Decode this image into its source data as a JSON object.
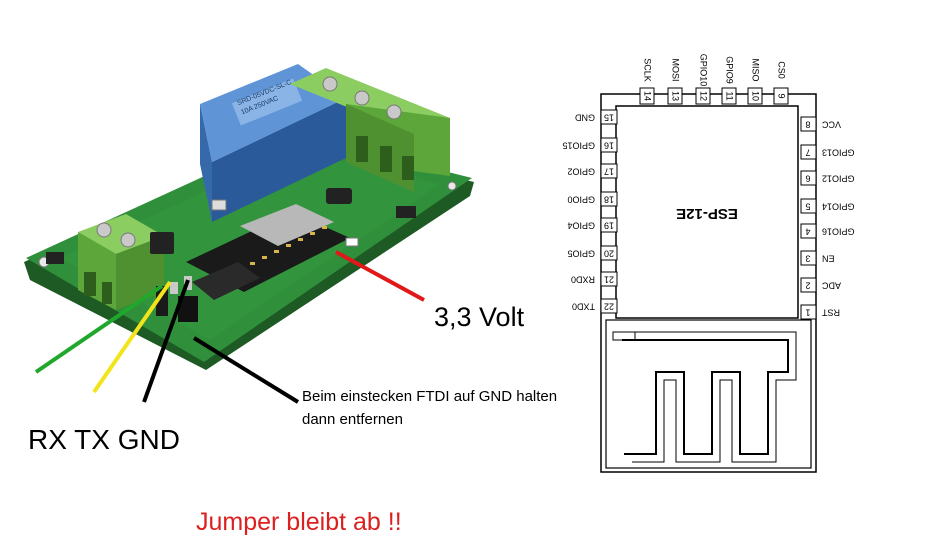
{
  "labels": {
    "voltage": "3,3 Volt",
    "rx_tx_gnd": "RX TX GND",
    "ftdi_line1": "Beim einstecken FTDI auf GND halten",
    "ftdi_line2": "dann entfernen",
    "jumper_note": "Jumper bleibt ab !!"
  },
  "module": {
    "chip_label": "ESP-12E",
    "top_pins": [
      {
        "num": "14",
        "name": "SCLK"
      },
      {
        "num": "13",
        "name": "MOSI"
      },
      {
        "num": "12",
        "name": "GPIO10"
      },
      {
        "num": "11",
        "name": "GPIO9"
      },
      {
        "num": "10",
        "name": "MISO"
      },
      {
        "num": "9",
        "name": "CS0"
      }
    ],
    "left_pins": [
      {
        "num": "15",
        "name": "GND"
      },
      {
        "num": "16",
        "name": "GPIO15"
      },
      {
        "num": "17",
        "name": "GPIO2"
      },
      {
        "num": "18",
        "name": "GPIO0"
      },
      {
        "num": "19",
        "name": "GPIO4"
      },
      {
        "num": "20",
        "name": "GPIO5"
      },
      {
        "num": "21",
        "name": "RXD0"
      },
      {
        "num": "22",
        "name": "TXD0"
      }
    ],
    "right_pins": [
      {
        "num": "8",
        "name": "VCC"
      },
      {
        "num": "7",
        "name": "GPIO13"
      },
      {
        "num": "6",
        "name": "GPIO12"
      },
      {
        "num": "5",
        "name": "GPIO14"
      },
      {
        "num": "4",
        "name": "GPIO16"
      },
      {
        "num": "3",
        "name": "EN"
      },
      {
        "num": "2",
        "name": "ADC"
      },
      {
        "num": "1",
        "name": "RST"
      }
    ]
  },
  "colors": {
    "wire_green": "#1fa82c",
    "wire_yellow": "#f2e41a",
    "wire_black": "#000000",
    "wire_red": "#e01818",
    "pcb": "#2f8f3a",
    "relay": "#3f78c0",
    "terminal": "#6fb84a"
  }
}
